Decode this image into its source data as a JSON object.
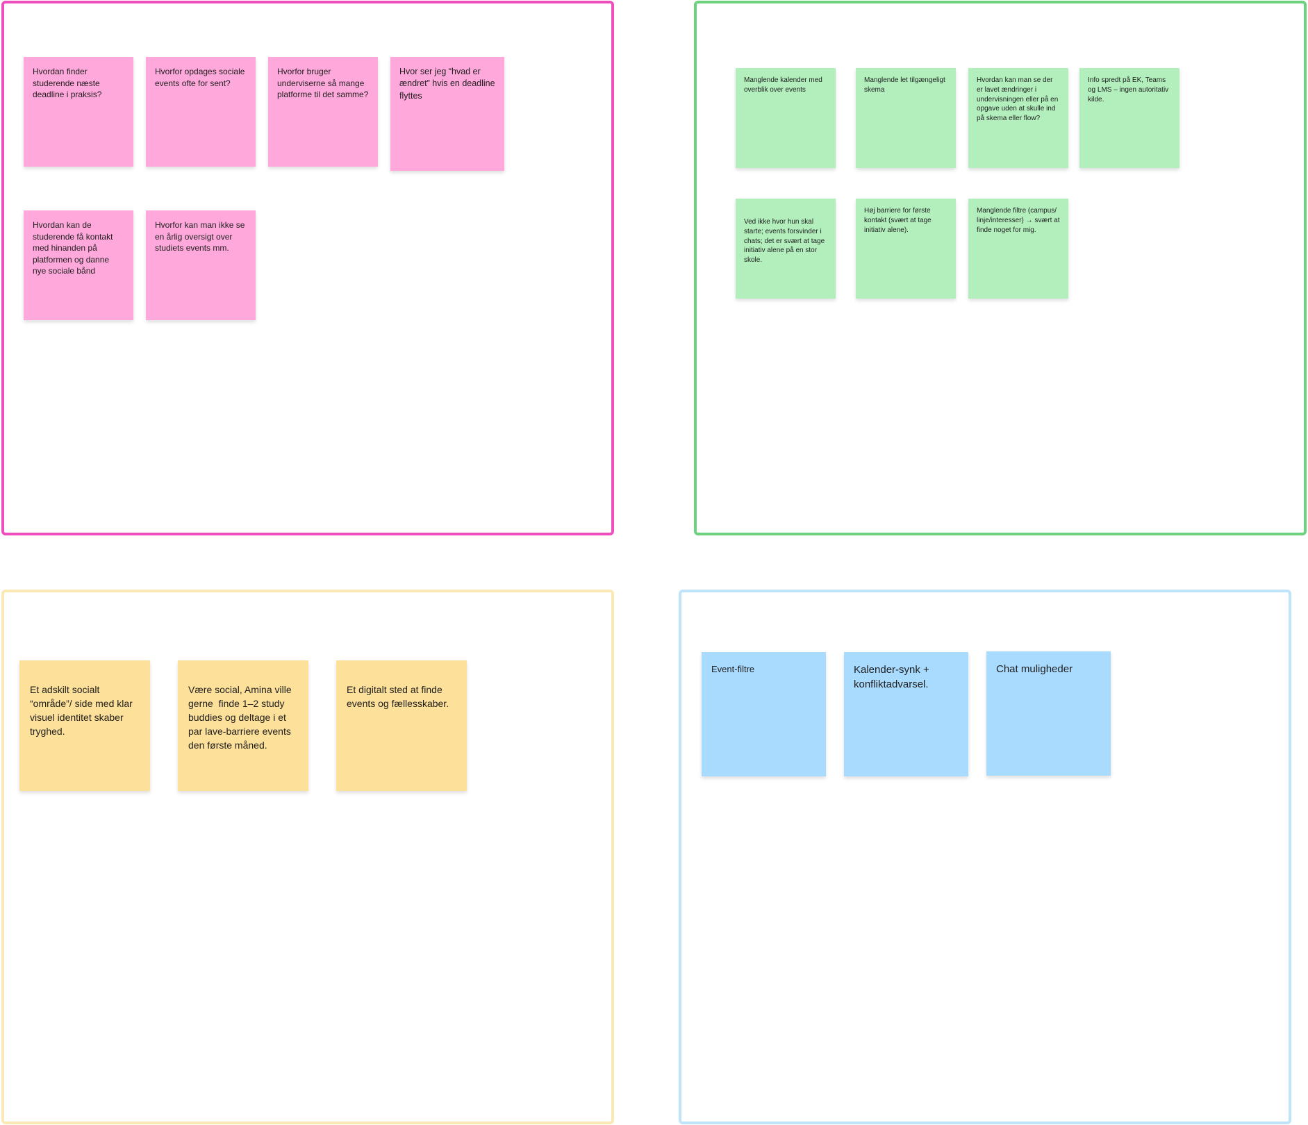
{
  "sections": {
    "pink": {
      "color": "#ee4fbd",
      "notes": [
        "Hvordan finder studerende næste deadline i praksis?",
        "Hvorfor opdages sociale events ofte for sent?",
        "Hvorfor bruger underviserne så mange platforme til det samme?",
        "Hvor ser jeg “hvad er ændret” hvis en deadline flyttes",
        "Hvordan kan de studerende få kontakt med hinanden på platformen og danne nye sociale bånd",
        "Hvorfor kan man ikke se en årlig oversigt over studiets events mm."
      ]
    },
    "green": {
      "color": "#6cd27d",
      "notes": [
        "Manglende kalender med overblik over events",
        "Manglende let tilgængeligt skema",
        "Hvordan kan man se der er lavet ændringer i undervisningen eller på en opgave uden at skulle ind på skema eller flow?",
        "Info spredt på EK, Teams og LMS – ingen autoritativ kilde.",
        "Ved ikke hvor hun skal starte; events forsvinder i chats; det er svært at tage initiativ alene på en stor skole.",
        "Høj barriere for første kontakt (svært at tage initiativ alene).",
        "Manglende filtre (campus/ linje/interesser) → svært at finde noget for mig."
      ]
    },
    "yellow": {
      "color": "#fbe9b5",
      "notes": [
        "Et adskilt socialt “område”/ side med klar visuel identitet skaber tryghed.",
        "Være social, Amina ville gerne  finde 1–2 study buddies og deltage i et par lave-barriere events den første måned.",
        "Et digitalt sted at finde events og fællesskaber."
      ]
    },
    "blue": {
      "color": "#bfe3f8",
      "notes": [
        "Event-filtre",
        "Kalender-synk + konfliktadvarsel.",
        "Chat muligheder"
      ]
    }
  }
}
